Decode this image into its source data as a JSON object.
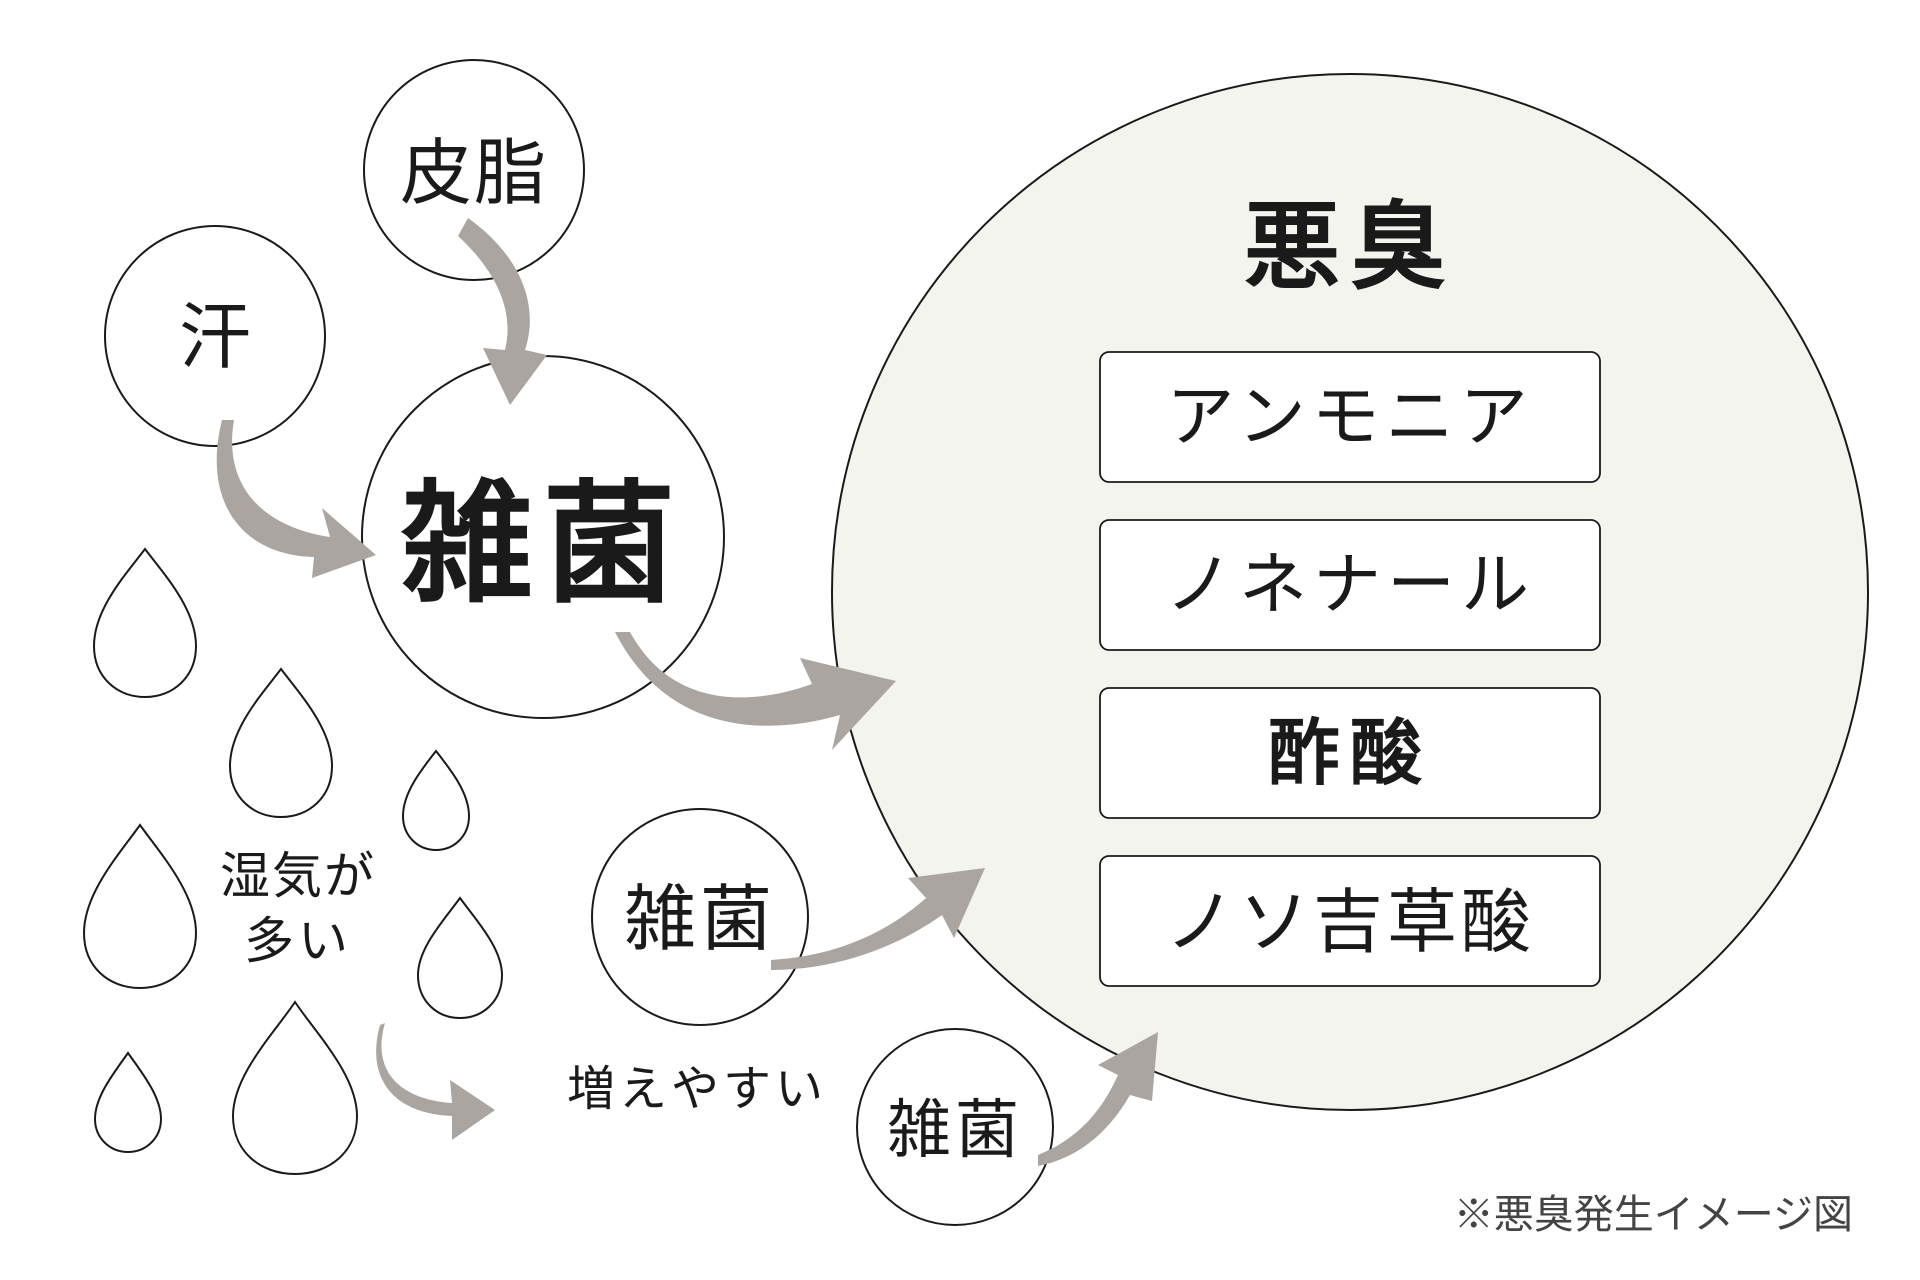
{
  "inputs": {
    "sebum": "皮脂",
    "sweat": "汗"
  },
  "bacteria": {
    "main": "雑菌",
    "small_1": "雑菌",
    "small_2": "雑菌"
  },
  "humidity": {
    "line1": "湿気が",
    "line2": "多い"
  },
  "increase_label": "増えやすい",
  "odor": {
    "title": "悪臭",
    "items": [
      "アンモニア",
      "ノネナール",
      "酢酸",
      "ノソ吉草酸"
    ]
  },
  "caption": "※悪臭発生イメージ図",
  "colors": {
    "arrow": "#aba5a1",
    "odor_circle_fill": "#f4f4ef",
    "line": "#1a1a1a"
  }
}
